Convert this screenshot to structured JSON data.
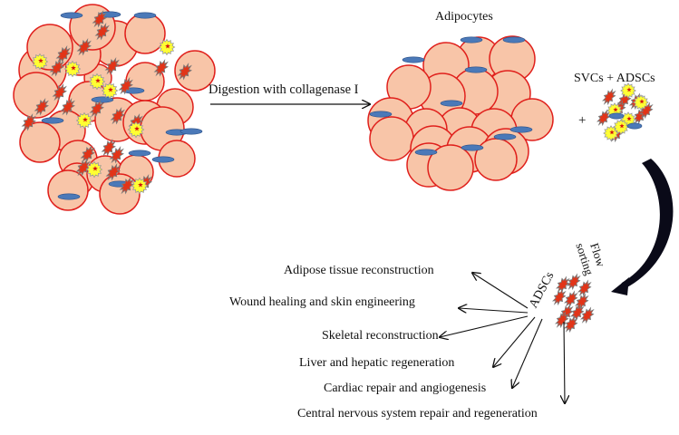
{
  "process_label": "Digestion with collagenase I",
  "adipocytes_label": "Adipocytes",
  "svc_label": "SVCs + ADSCs",
  "plus_label": "+",
  "flow_line1": "Flow",
  "flow_line2": "sorting",
  "adscs_label": "ADSCs",
  "applications": [
    "Adipose tissue reconstruction",
    "Wound healing and skin engineering",
    "Skeletal reconstruction",
    "Liver and hepatic regeneration",
    "Cardiac repair and angiogenesis",
    "Central nervous system repair and regeneration"
  ],
  "colors": {
    "adipocyte_fill": "#f8c5a8",
    "adipocyte_stroke": "#e0201c",
    "nucleus": "#4b79b8",
    "stem_cell": "#e23418",
    "stromal_cell": "#ffff33",
    "marker": "#d01010",
    "arrow": "#111111"
  }
}
